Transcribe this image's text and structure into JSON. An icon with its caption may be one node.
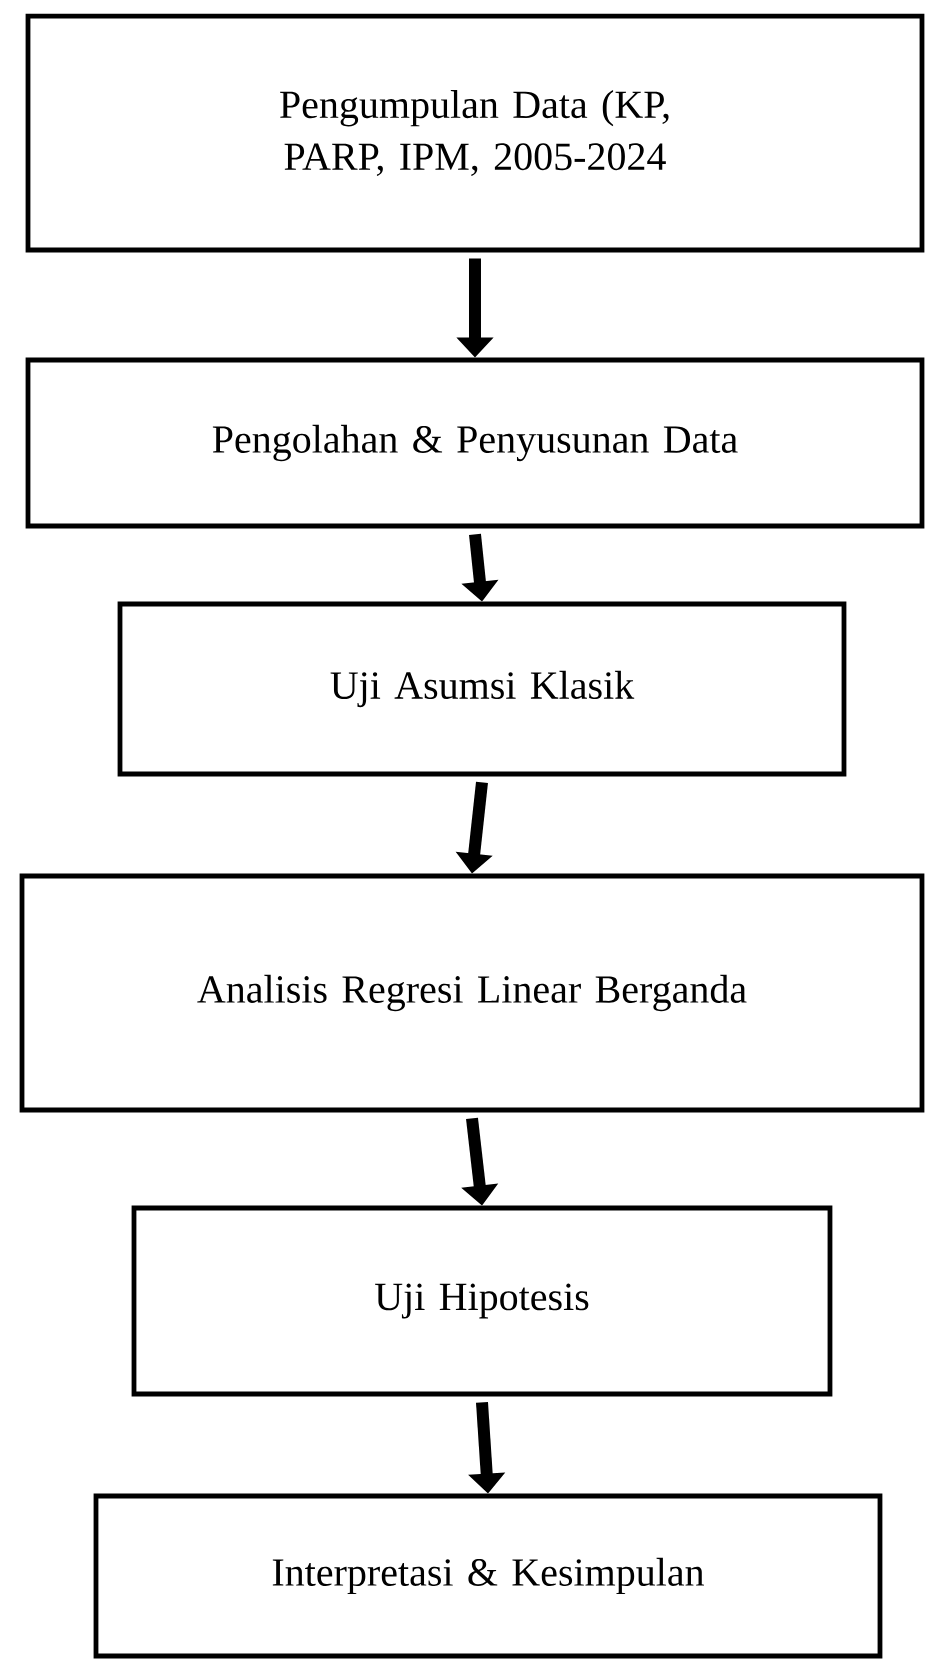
{
  "diagram": {
    "nodes": [
      {
        "text": [
          "Pengumpulan Data (KP, PARP, IPM, 2005-2024"
        ]
      },
      {
        "text": [
          "Pengolahan & Penyusunan Data"
        ]
      },
      {
        "text": [
          "Uji Asumsi Klasik"
        ]
      },
      {
        "text": [
          "Analisis Regresi Linear Berganda"
        ]
      },
      {
        "text": [
          "Uji Hipotesis"
        ]
      },
      {
        "text": [
          "Interpretasi & Kesimpulan"
        ]
      }
    ],
    "edges": [
      {
        "from": 0,
        "to": 1,
        "arrow": "to"
      },
      {
        "from": 1,
        "to": 2,
        "arrow": "to"
      },
      {
        "from": 2,
        "to": 3,
        "arrow": "to"
      },
      {
        "from": 3,
        "to": 4,
        "arrow": "to"
      },
      {
        "from": 4,
        "to": 5,
        "arrow": "to"
      }
    ]
  }
}
